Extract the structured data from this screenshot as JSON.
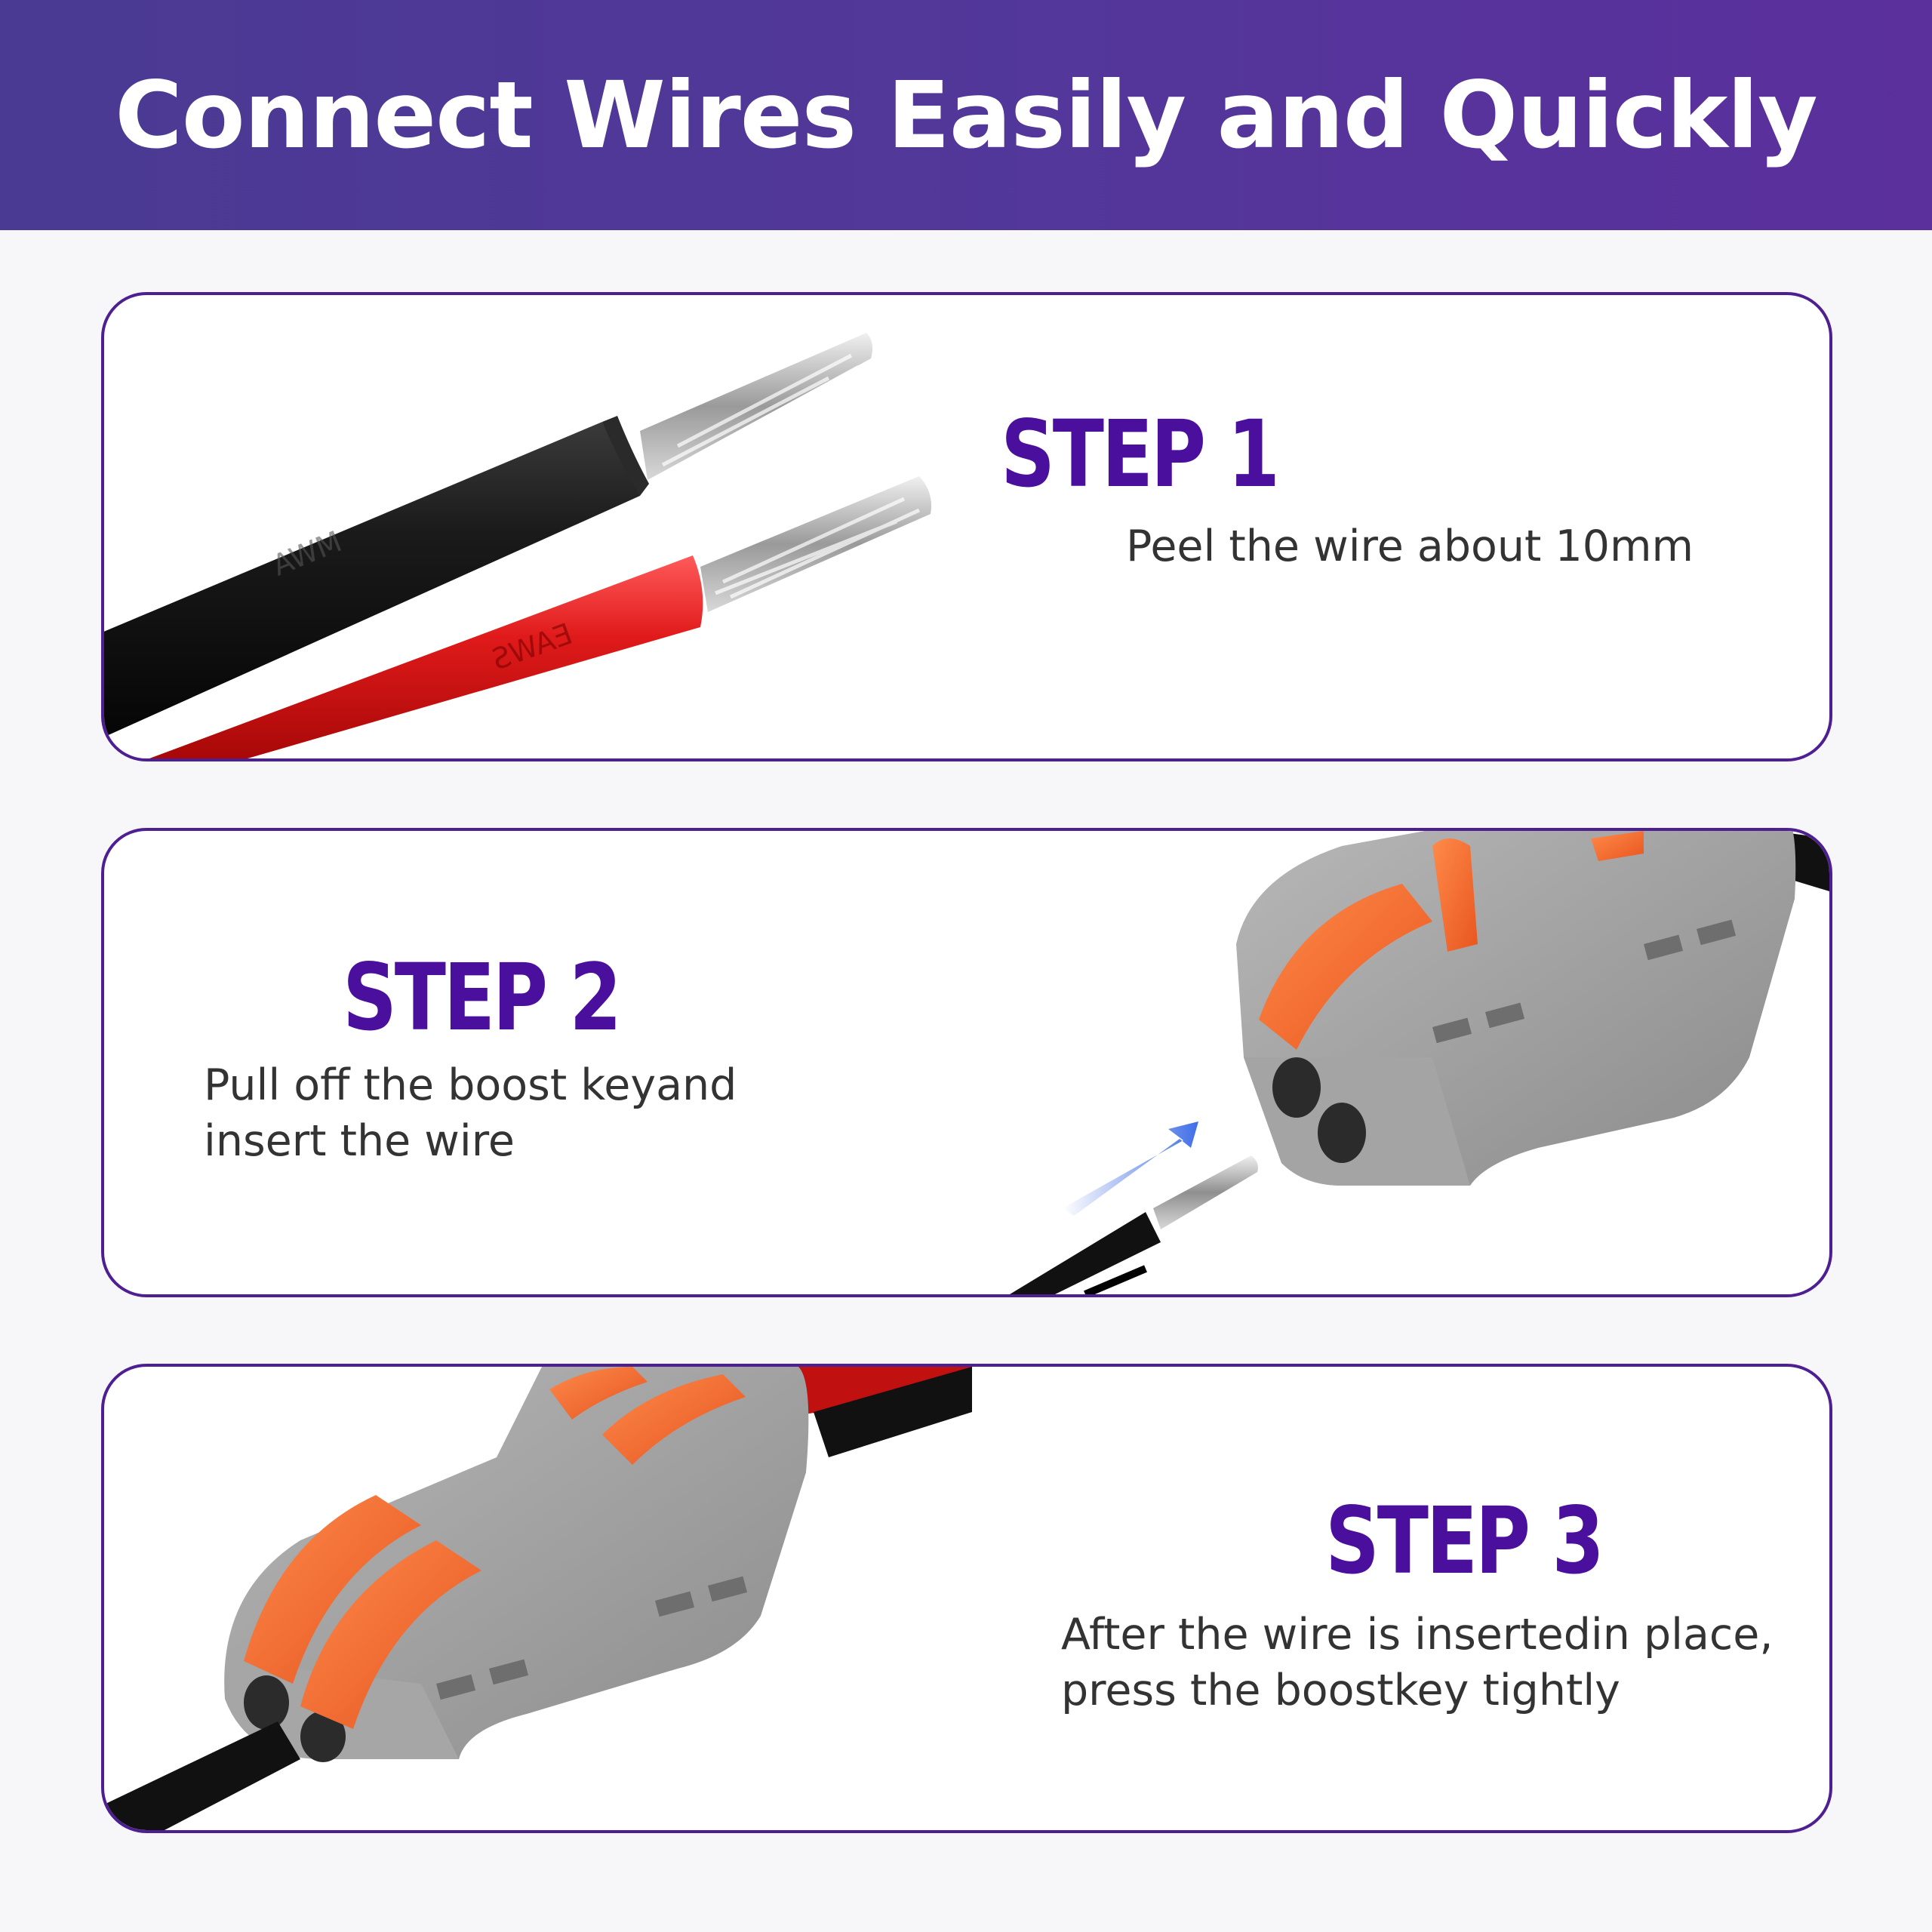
{
  "header": {
    "title": "Connect Wires Easily and Quickly"
  },
  "steps": [
    {
      "title": "STEP 1",
      "lines": [
        "Peel the wire about 10mm"
      ]
    },
    {
      "title": "STEP 2",
      "lines": [
        "Pull off the boost keyand",
        "insert the wire"
      ]
    },
    {
      "title": "STEP 3",
      "lines": [
        "After the wire is insertedin place,",
        "press the boostkey tightly"
      ]
    }
  ],
  "colors": {
    "header_bg": "#4f3797",
    "accent_purple": "#4b0f9e",
    "card_border": "#4e1f93",
    "connector_gray": "#9c9c9c",
    "lever_orange": "#f26a2e"
  }
}
